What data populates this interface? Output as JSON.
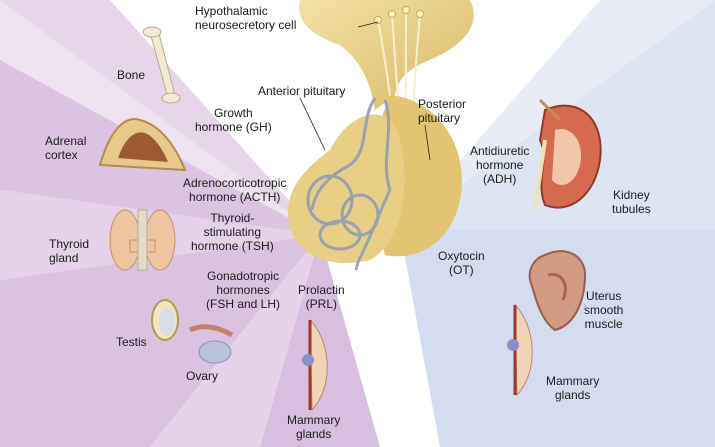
{
  "labels": {
    "hypothalamic_cell": "Hypothalamic\nneurosecretory cell",
    "anterior_pituitary": "Anterior pituitary",
    "posterior_pituitary": "Posterior\npituitary",
    "bone": "Bone",
    "growth_hormone": "Growth\nhormone (GH)",
    "adrenal_cortex": "Adrenal\ncortex",
    "acth": "Adrenocorticotropic\nhormone (ACTH)",
    "tsh": "Thyroid-\nstimulating\nhormone (TSH)",
    "thyroid_gland": "Thyroid\ngland",
    "gonadotropic": "Gonadotropic\nhormones\n(FSH and LH)",
    "prolactin": "Prolactin\n(PRL)",
    "testis": "Testis",
    "ovary": "Ovary",
    "mammary_left": "Mammary\nglands",
    "adh": "Antidiuretic\nhormone\n(ADH)",
    "kidney_tubules": "Kidney\ntubules",
    "oxytocin": "Oxytocin\n(OT)",
    "uterus": "Uterus\nsmooth\nmuscle",
    "mammary_right": "Mammary\nglands"
  },
  "colors": {
    "anterior_fan": "#e2cfe6",
    "posterior_fan": "#d9e1f1",
    "gland": "#e9cf86",
    "vessel": "#8c9ab8"
  }
}
